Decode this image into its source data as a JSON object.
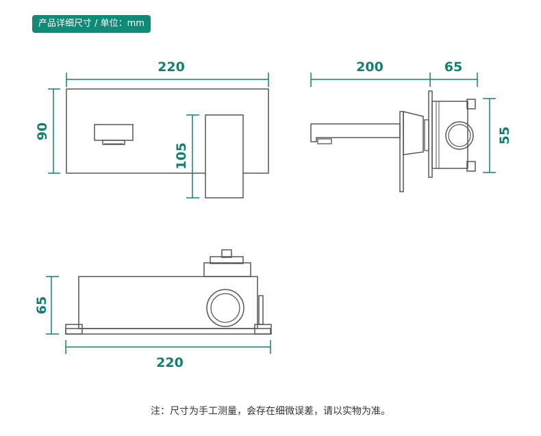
{
  "header": {
    "title": "产品详细尺寸 / 单位：mm"
  },
  "dimensions": {
    "front_width": "220",
    "front_height": "90",
    "handle_height": "105",
    "side_length": "200",
    "side_box_depth": "65",
    "side_box_height": "55",
    "top_height": "65",
    "top_width": "220"
  },
  "footnote": "注：尺寸为手工测量，会存在细微误差，请以实物为准。",
  "colors": {
    "accent": "#0e8a76",
    "dimension_line": "#13806e",
    "outline": "#555555"
  }
}
